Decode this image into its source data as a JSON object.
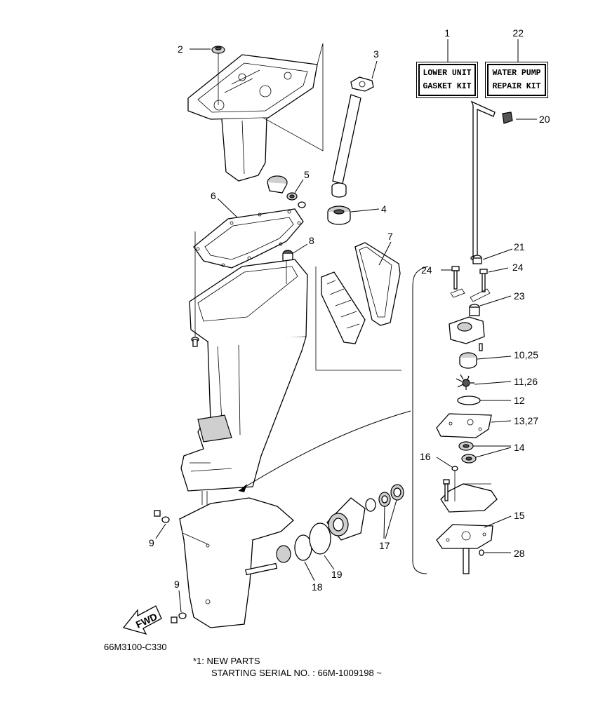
{
  "kits": [
    {
      "number": "1",
      "line1": "LOWER UNIT",
      "line2": "GASKET KIT"
    },
    {
      "number": "22",
      "line1": "WATER PUMP",
      "line2": "REPAIR KIT"
    }
  ],
  "callouts": {
    "c2": "2",
    "c3": "3",
    "c4": "4",
    "c5": "5",
    "c6": "6",
    "c7": "7",
    "c8": "8",
    "c9a": "9",
    "c9b": "9",
    "c10": "10,25",
    "c11": "11,26",
    "c12": "12",
    "c13": "13,27",
    "c14": "14",
    "c15": "15",
    "c16": "16",
    "c17": "17",
    "c18": "18",
    "c19": "19",
    "c20": "20",
    "c21": "21",
    "c23": "23",
    "c24a": "24",
    "c24b": "24",
    "c28": "28"
  },
  "fwd_label": "FWD",
  "drawing_code": "66M3100-C330",
  "note": {
    "line1": "*1: NEW PARTS",
    "line2": "STARTING SERIAL NO. : 66M-1009198 ~"
  }
}
